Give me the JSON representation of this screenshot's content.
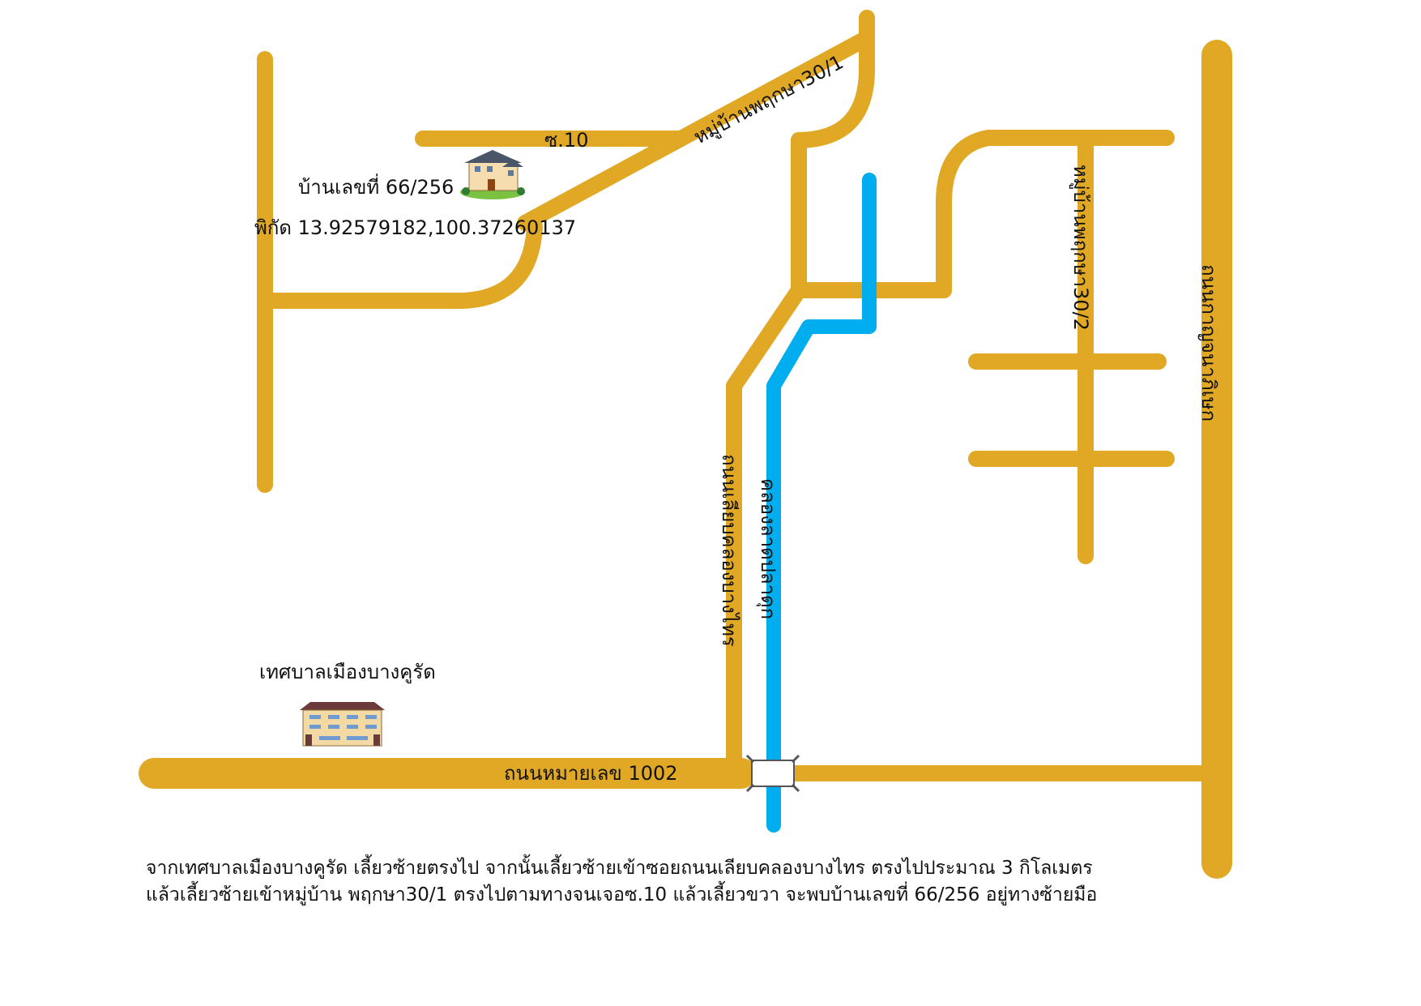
{
  "colors": {
    "road": "#E0A824",
    "canal": "#00AEEF",
    "background": "#ffffff"
  },
  "icons": {
    "house": "house-icon",
    "municipal_office": "municipal-office-icon",
    "bridge": "bridge-icon"
  },
  "labels": {
    "soi10": "ซ.10",
    "village_301": "หมู่บ้านพฤกษา30/1",
    "village_302": "หมู่บ้านพฤกษา30/2",
    "house_number": "บ้านเลขที่ 66/256",
    "coordinates": "พิกัด 13.92579182,100.37260137",
    "municipality": "เทศบาลเมืองบางคูรัด",
    "road_1002": "ถนนหมายเลข 1002",
    "road_bangkhlong": "ถนนเลียบคลองบางไทร",
    "canal": "คลองลาดปลาดุก",
    "road_right": "ถนนกาญจนาภิเษก"
  },
  "directions": [
    "จากเทศบาลเมืองบางคูรัด เลี้ยวซ้ายตรงไป จากนั้นเลี้ยวซ้ายเข้าซอยถนนเลียบคลองบางไทร  ตรงไปประมาณ 3 กิโลเมตร",
    "แล้วเลี้ยวซ้ายเข้าหมู่บ้าน พฤกษา30/1 ตรงไปตามทางจนเจอซ.10 แล้วเลี้ยวขวา จะพบบ้านเลขที่ 66/256 อยู่ทางซ้ายมือ"
  ]
}
